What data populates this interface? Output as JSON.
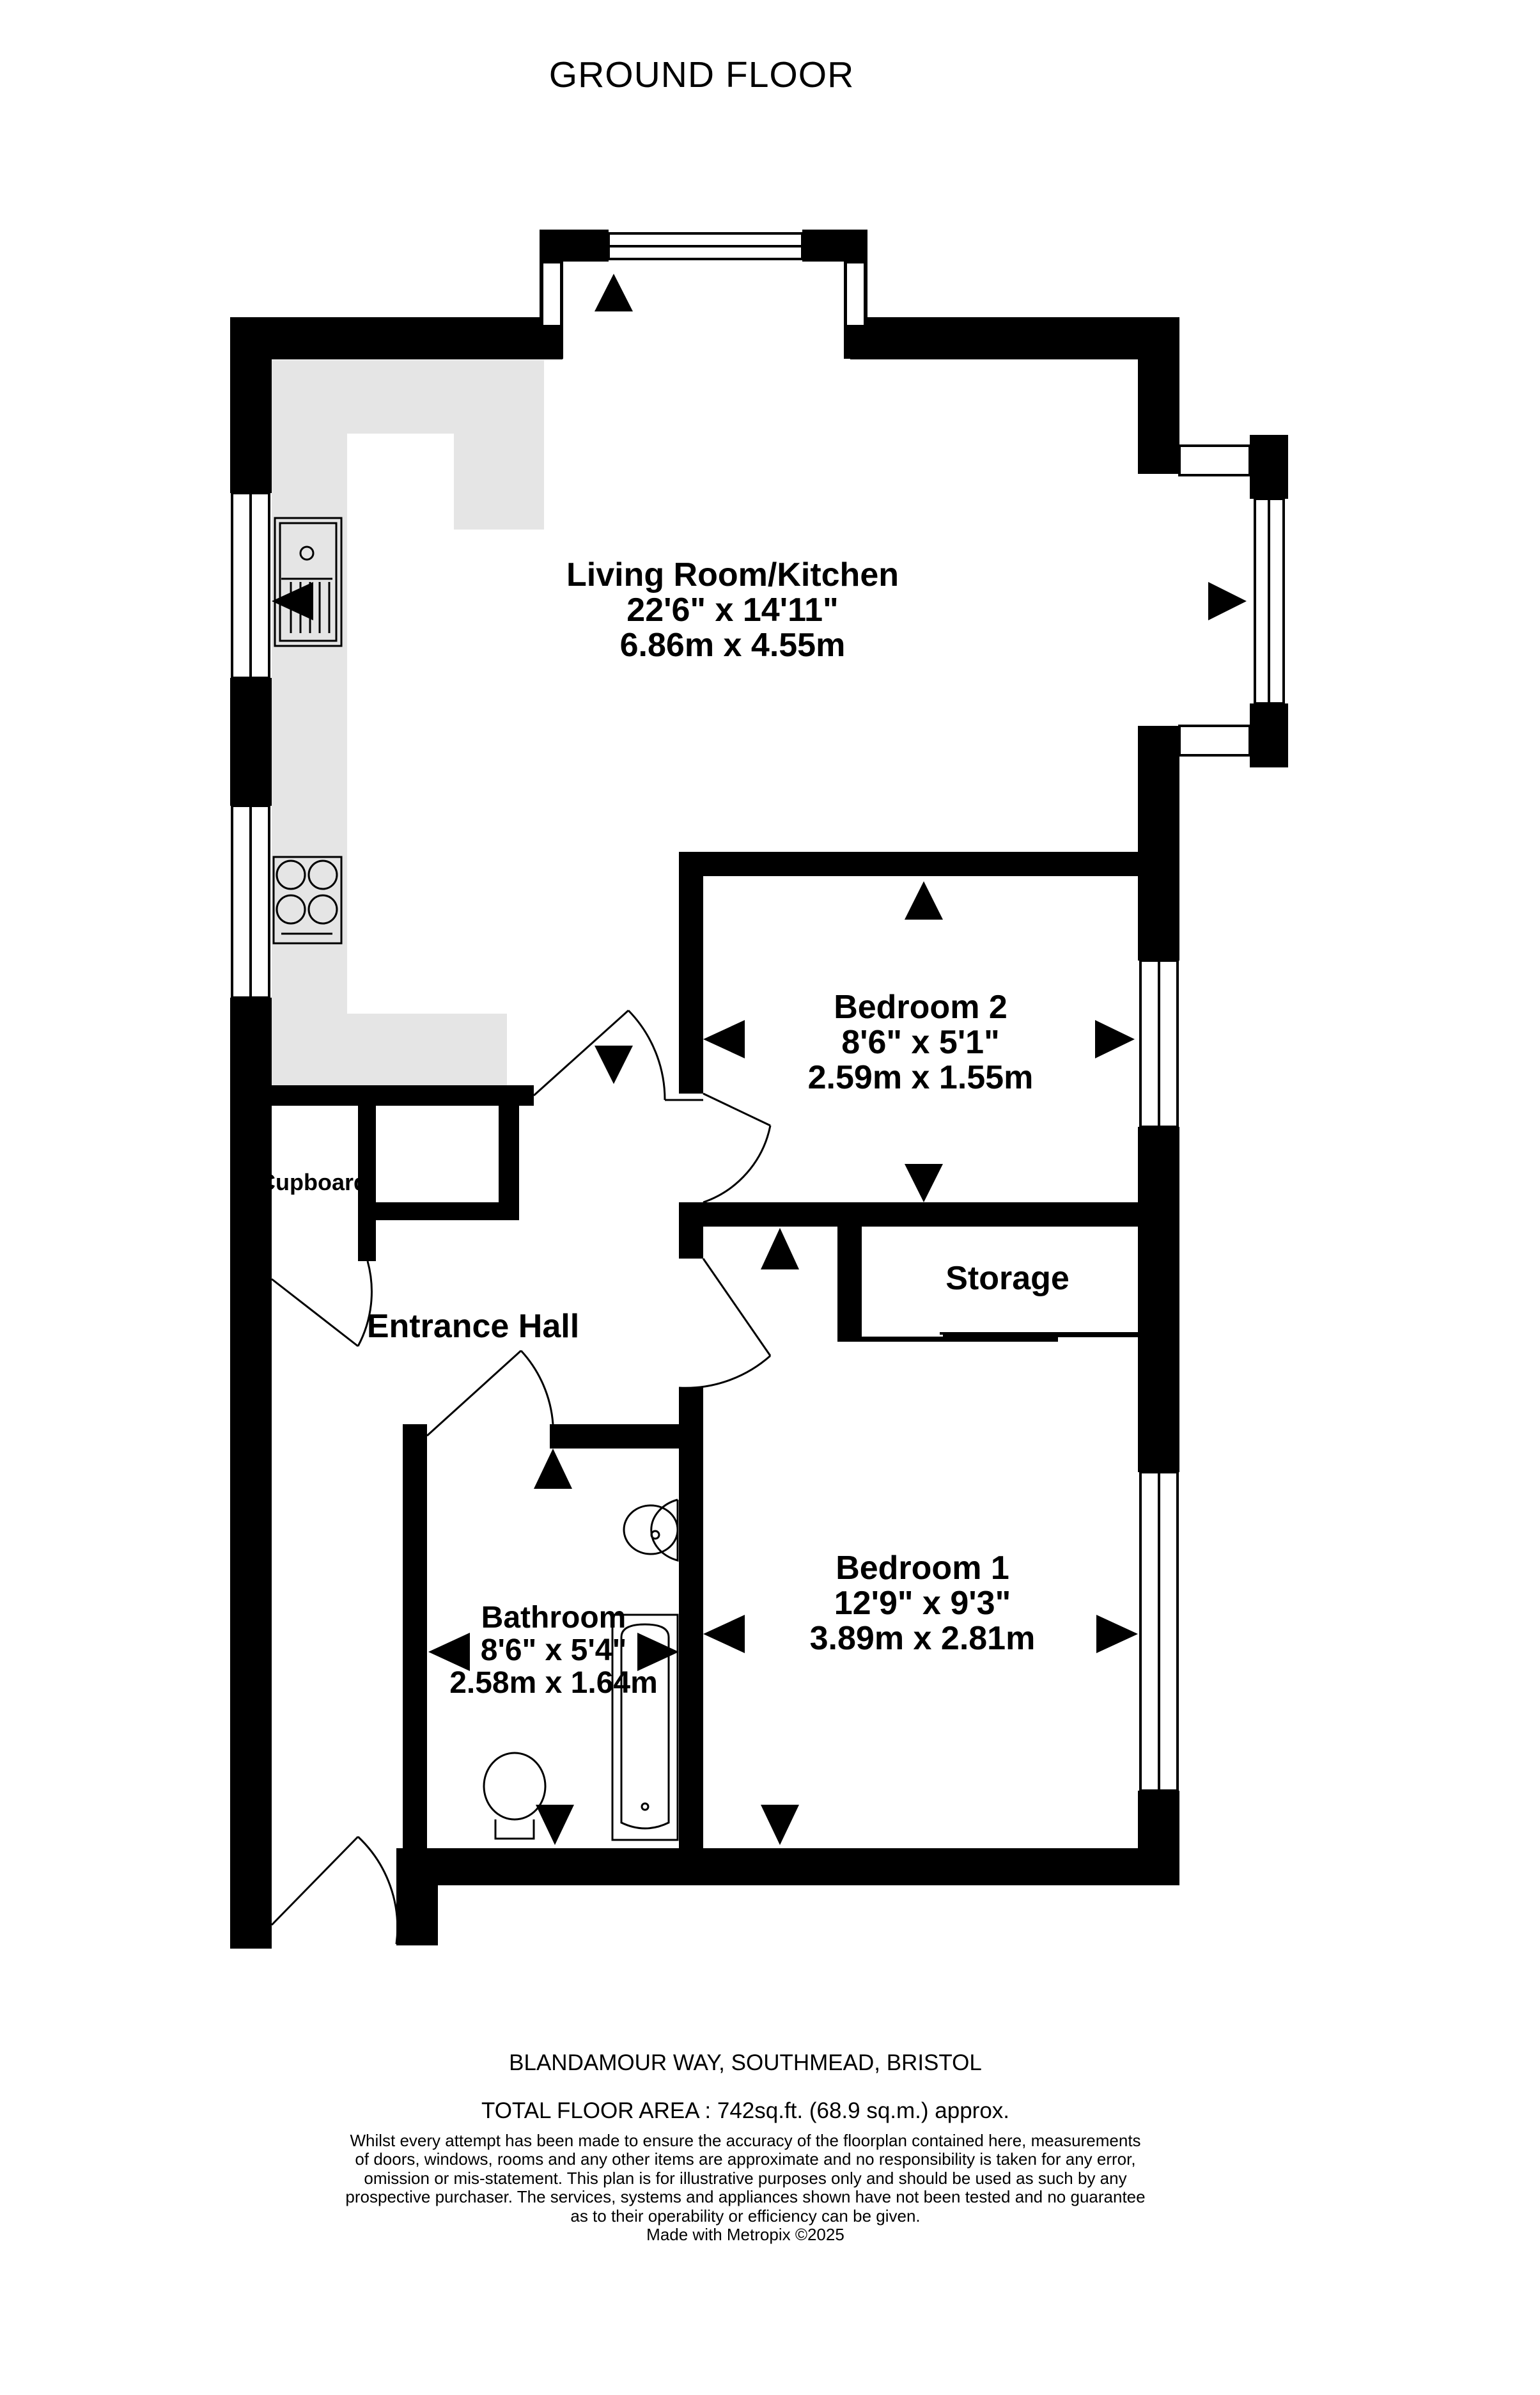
{
  "floor_title": "GROUND FLOOR",
  "rooms": {
    "living": {
      "name": "Living Room/Kitchen",
      "imperial": "22'6\"  x 14'11\"",
      "metric": "6.86m  x 4.55m"
    },
    "bedroom2": {
      "name": "Bedroom 2",
      "imperial": "8'6\"  x 5'1\"",
      "metric": "2.59m  x 1.55m"
    },
    "bedroom1": {
      "name": "Bedroom 1",
      "imperial": "12'9\"  x 9'3\"",
      "metric": "3.89m  x 2.81m"
    },
    "bathroom": {
      "name": "Bathroom",
      "imperial": "8'6\"  x 5'4\"",
      "metric": "2.58m  x 1.64m"
    },
    "storage": {
      "name": "Storage"
    },
    "hall": {
      "name": "Entrance Hall"
    },
    "cupboard": {
      "name": "Cupboard"
    }
  },
  "footer": {
    "address": "BLANDAMOUR WAY, SOUTHMEAD, BRISTOL",
    "total_area": "TOTAL FLOOR AREA : 742sq.ft. (68.9 sq.m.) approx.",
    "disclaimer": [
      "Whilst every attempt has been made to ensure the accuracy of the floorplan contained here, measurements",
      "of doors, windows, rooms and any other items are approximate and no responsibility is taken for any error,",
      "omission or mis-statement. This plan is for illustrative purposes only and should be used as such by any",
      "prospective purchaser. The services, systems and appliances shown have not been tested and no guarantee",
      "as to their operability or efficiency can be given."
    ],
    "credit": "Made with Metropix ©2025"
  }
}
